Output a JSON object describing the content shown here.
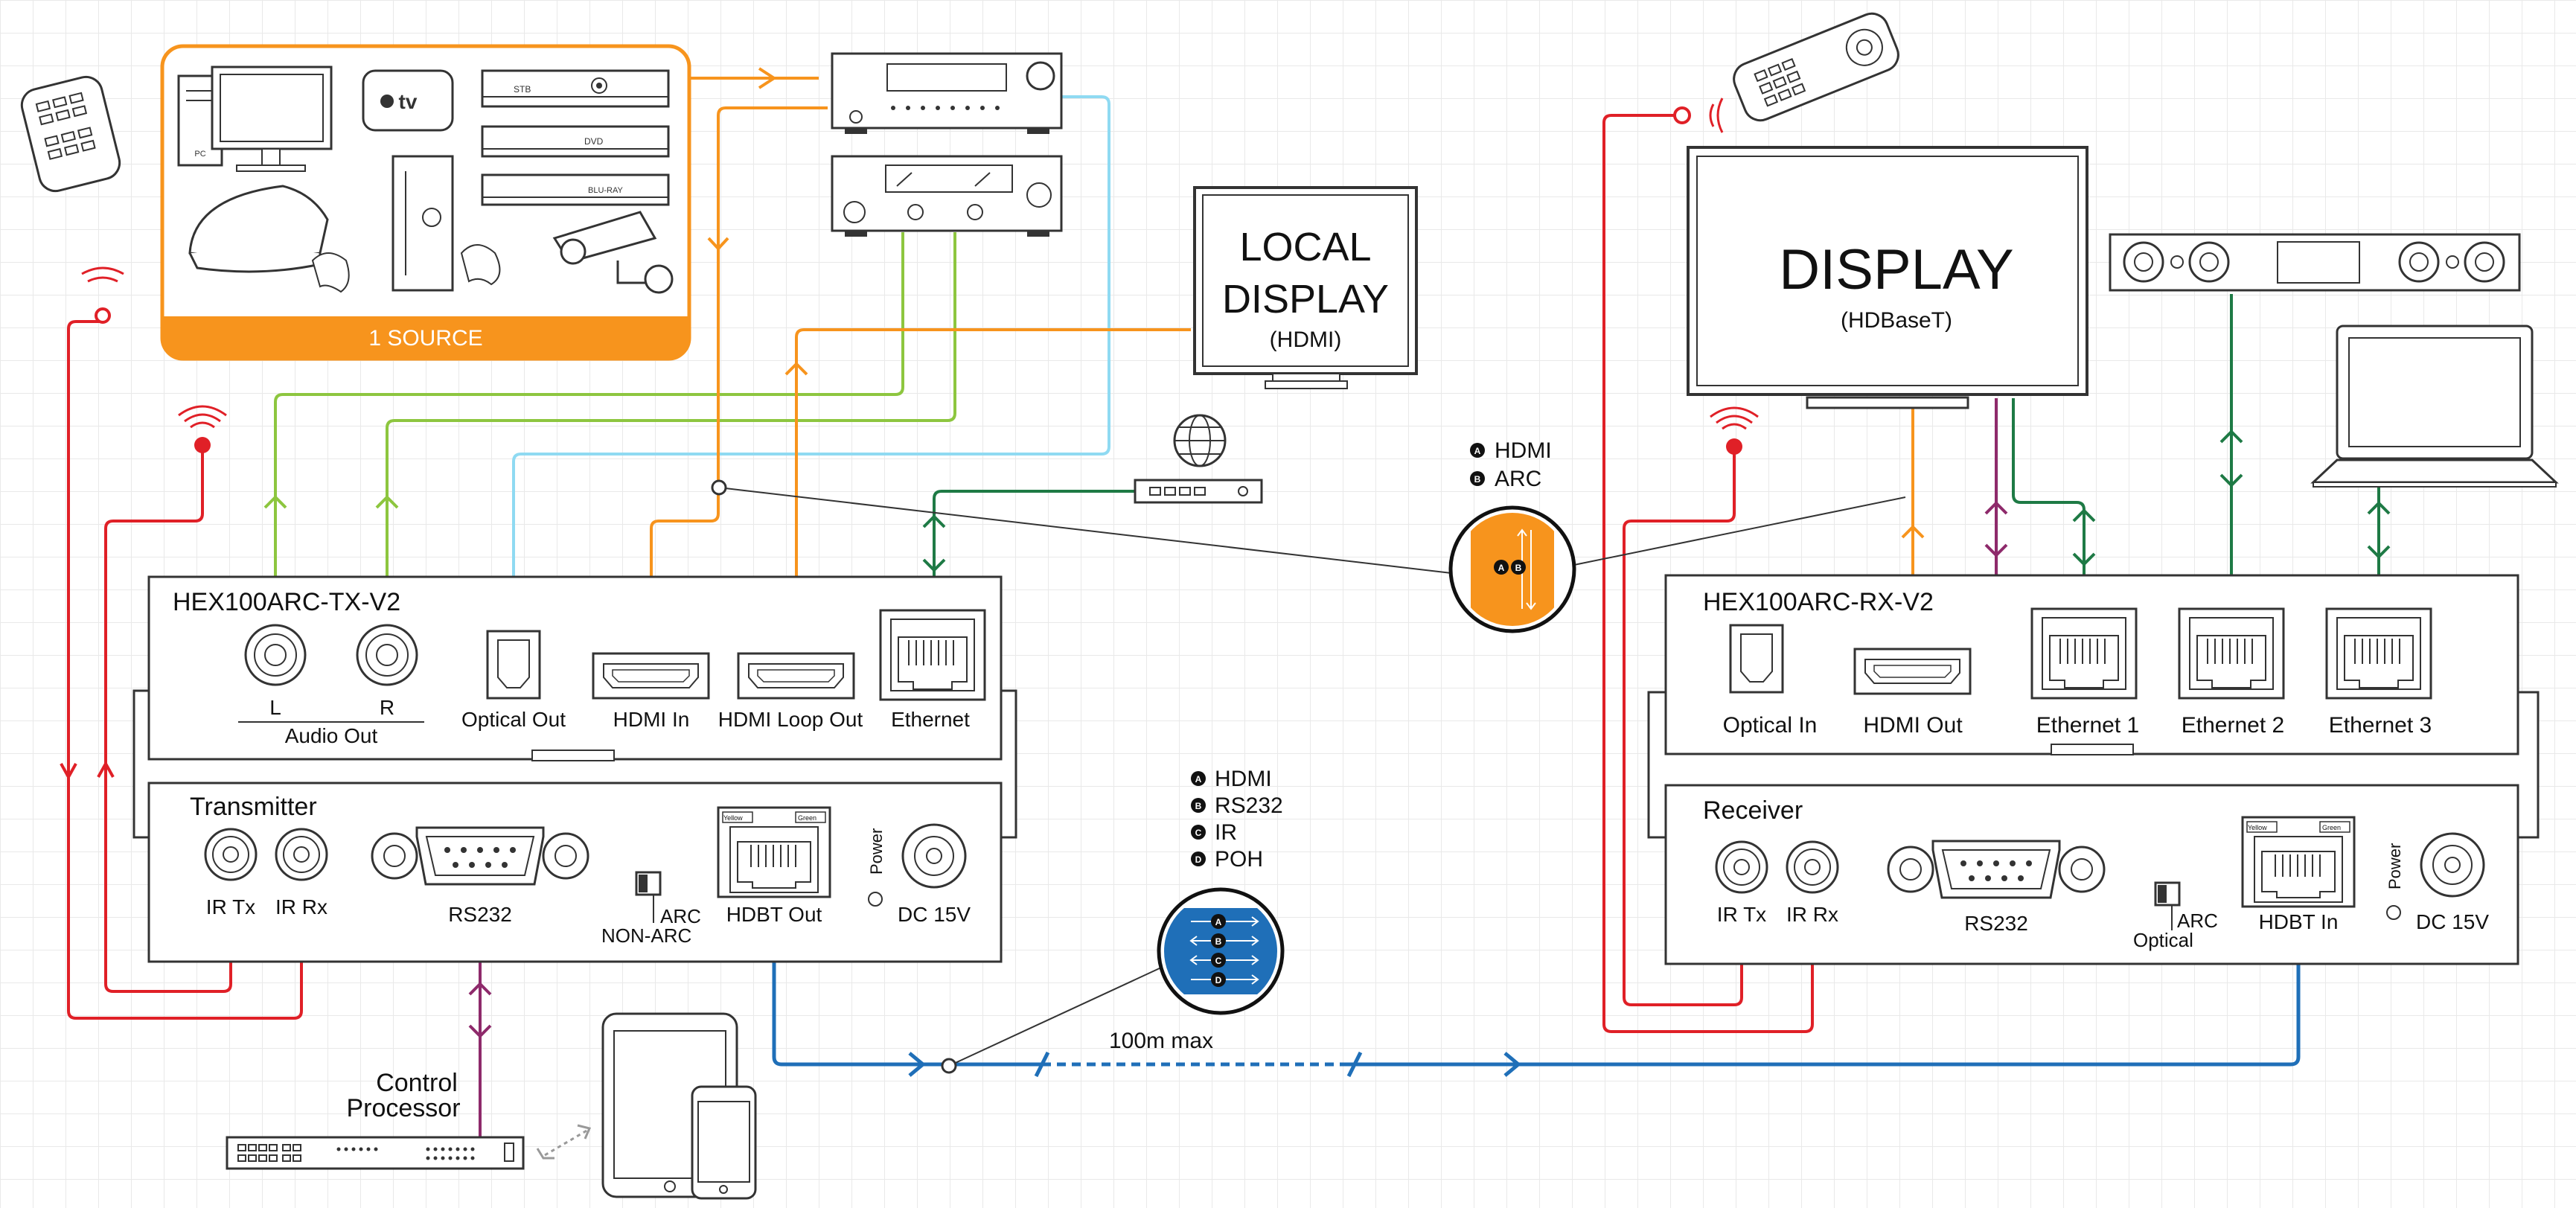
{
  "colors": {
    "orange": "#f7941d",
    "green": "#8dc63f",
    "dark_green": "#1e7a45",
    "light_blue": "#8fdaf2",
    "red": "#e02027",
    "purple": "#8e2a6b",
    "blue": "#1f6fb8",
    "outline": "#333333"
  },
  "sources": {
    "label": "1 SOURCE"
  },
  "source_device_labels": {
    "stb": "STB",
    "dvd": "DVD",
    "bluray": "BLU-RAY",
    "pc": "PC"
  },
  "local_display": {
    "line1": "LOCAL",
    "line2": "DISPLAY",
    "sub": "(HDMI)"
  },
  "display": {
    "title": "DISPLAY",
    "sub": "(HDBaseT)"
  },
  "tx": {
    "model": "HEX100ARC-TX-V2",
    "name": "Transmitter",
    "ports_top": {
      "left": "L",
      "right": "R",
      "audio_out": "Audio Out",
      "optical_out": "Optical Out",
      "hdmi_in": "HDMI In",
      "hdmi_loop_out": "HDMI Loop Out",
      "ethernet": "Ethernet"
    },
    "ports_bottom": {
      "ir_tx": "IR Tx",
      "ir_rx": "IR Rx",
      "rs232": "RS232",
      "arc": "ARC",
      "non_arc": "NON-ARC",
      "hdbt_out": "HDBT Out",
      "power": "Power",
      "dc": "DC 15V",
      "yellow": "Yellow",
      "green": "Green"
    }
  },
  "rx": {
    "model": "HEX100ARC-RX-V2",
    "name": "Receiver",
    "ports_top": {
      "optical_in": "Optical In",
      "hdmi_out": "HDMI Out",
      "ethernet1": "Ethernet 1",
      "ethernet2": "Ethernet 2",
      "ethernet3": "Ethernet 3"
    },
    "ports_bottom": {
      "ir_tx": "IR Tx",
      "ir_rx": "IR Rx",
      "rs232": "RS232",
      "arc": "ARC",
      "optical": "Optical",
      "hdbt_in": "HDBT In",
      "power": "Power",
      "dc": "DC 15V",
      "yellow": "Yellow",
      "green": "Green"
    }
  },
  "legend_arc": {
    "items": [
      {
        "letter": "A",
        "label": "HDMI"
      },
      {
        "letter": "B",
        "label": "ARC"
      }
    ]
  },
  "legend_hdbt": {
    "items": [
      {
        "letter": "A",
        "label": "HDMI"
      },
      {
        "letter": "B",
        "label": "RS232"
      },
      {
        "letter": "C",
        "label": "IR"
      },
      {
        "letter": "D",
        "label": "POH"
      }
    ]
  },
  "cable": {
    "length": "100m max"
  },
  "control": {
    "line1": "Control",
    "line2": "Processor"
  }
}
